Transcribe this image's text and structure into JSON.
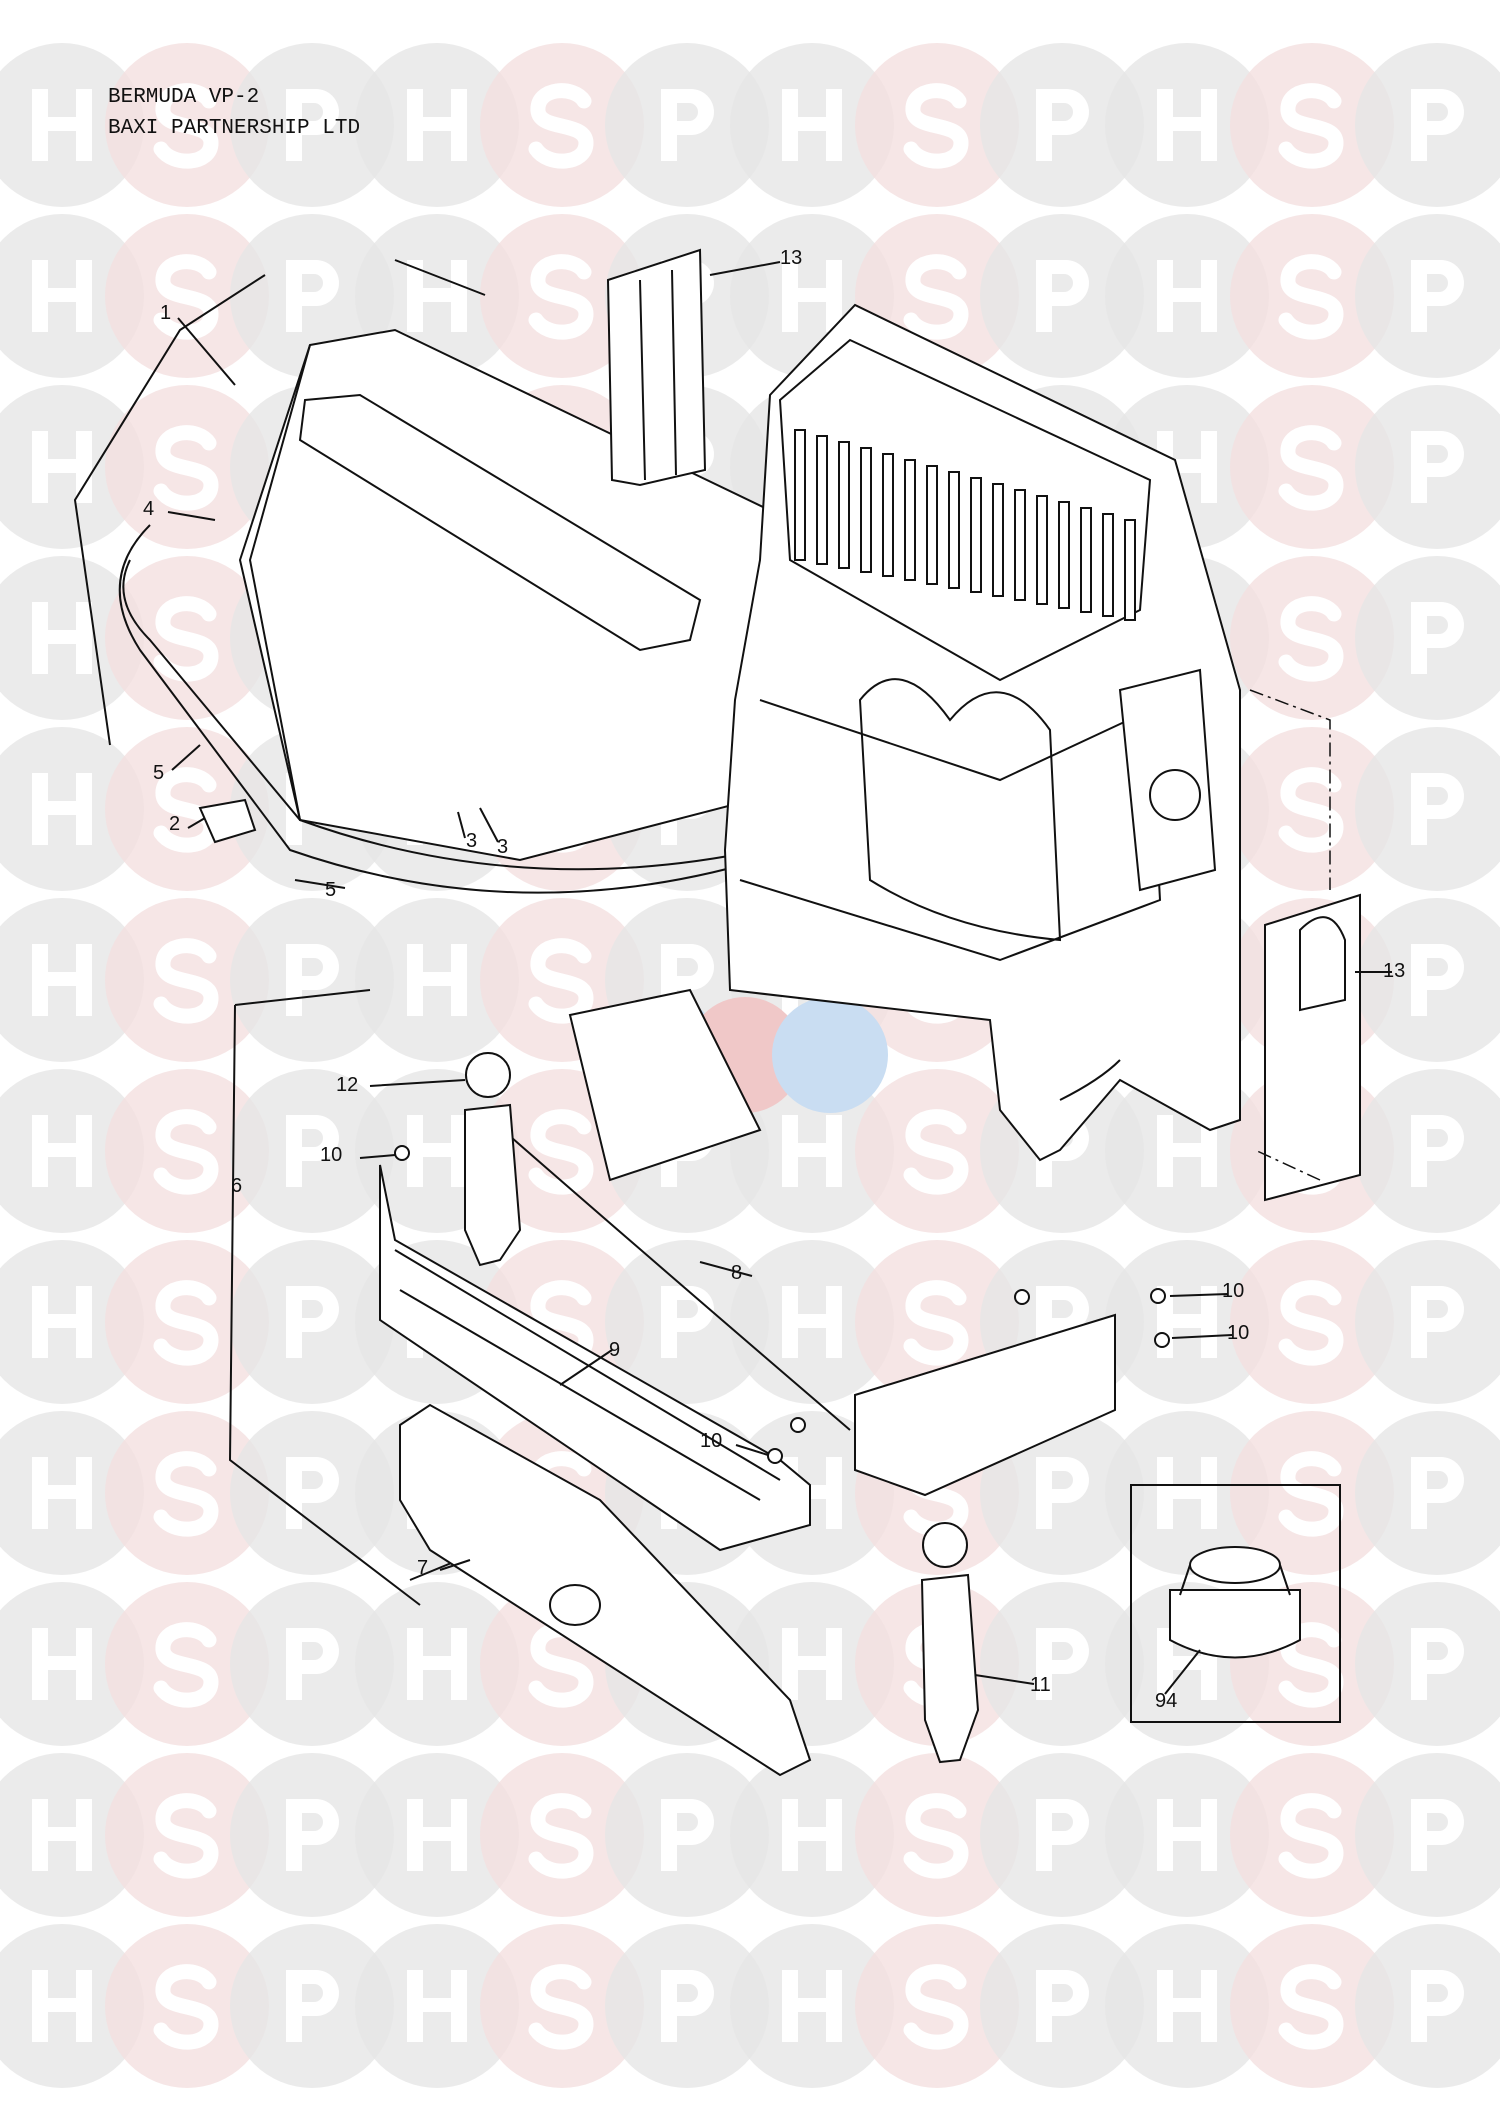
{
  "header": {
    "model": "BERMUDA VP-2",
    "manufacturer": "BAXI PARTNERSHIP LTD"
  },
  "watermark": {
    "letters": [
      "H",
      "S",
      "P"
    ],
    "colors": {
      "grey": "#e6e6e6",
      "pink": "#f4e0e0",
      "letter": "#ffffff",
      "center_blue": "#c9ddf2",
      "center_red": "#f0c8c8"
    }
  },
  "callouts": [
    {
      "id": "c1",
      "label": "1"
    },
    {
      "id": "c4",
      "label": "4"
    },
    {
      "id": "c5a",
      "label": "5"
    },
    {
      "id": "c2",
      "label": "2"
    },
    {
      "id": "c3a",
      "label": "3"
    },
    {
      "id": "c3b",
      "label": "3"
    },
    {
      "id": "c5b",
      "label": "5"
    },
    {
      "id": "c13a",
      "label": "13"
    },
    {
      "id": "c13b",
      "label": "13"
    },
    {
      "id": "c12",
      "label": "12"
    },
    {
      "id": "c10a",
      "label": "10"
    },
    {
      "id": "c6",
      "label": "6"
    },
    {
      "id": "c8",
      "label": "8"
    },
    {
      "id": "c9",
      "label": "9"
    },
    {
      "id": "c10b",
      "label": "10"
    },
    {
      "id": "c10c",
      "label": "10"
    },
    {
      "id": "c10d",
      "label": "10"
    },
    {
      "id": "c7",
      "label": "7"
    },
    {
      "id": "c11",
      "label": "11"
    },
    {
      "id": "c94",
      "label": "94"
    }
  ]
}
